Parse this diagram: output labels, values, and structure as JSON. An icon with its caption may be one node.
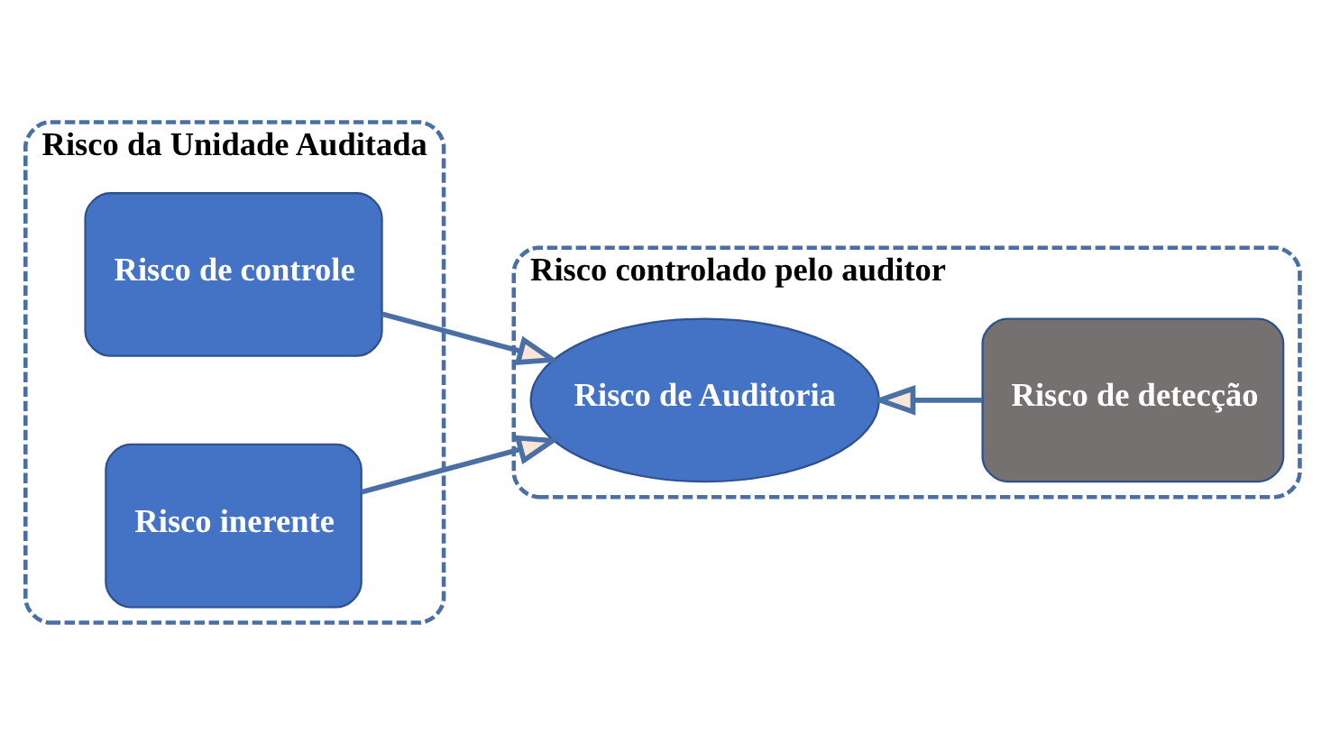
{
  "diagram": {
    "nodes": [
      {
        "text": [
          "Risco da Unidade Auditada"
        ]
      },
      {
        "text": [
          "Risco de controle"
        ],
        "in": 0
      },
      {
        "text": [
          "Risco inerente"
        ],
        "in": 0
      },
      {
        "text": [
          "Risco controlado pelo auditor"
        ]
      },
      {
        "text": [
          "Risco de Auditoria"
        ],
        "in": 3
      },
      {
        "text": [
          "Risco de detecção"
        ],
        "in": 3
      }
    ],
    "edges": [
      {
        "from": 1,
        "to": 4,
        "arrow": "to"
      },
      {
        "from": 2,
        "to": 4,
        "arrow": "to"
      },
      {
        "from": 5,
        "to": 4,
        "arrow": "to"
      }
    ]
  }
}
